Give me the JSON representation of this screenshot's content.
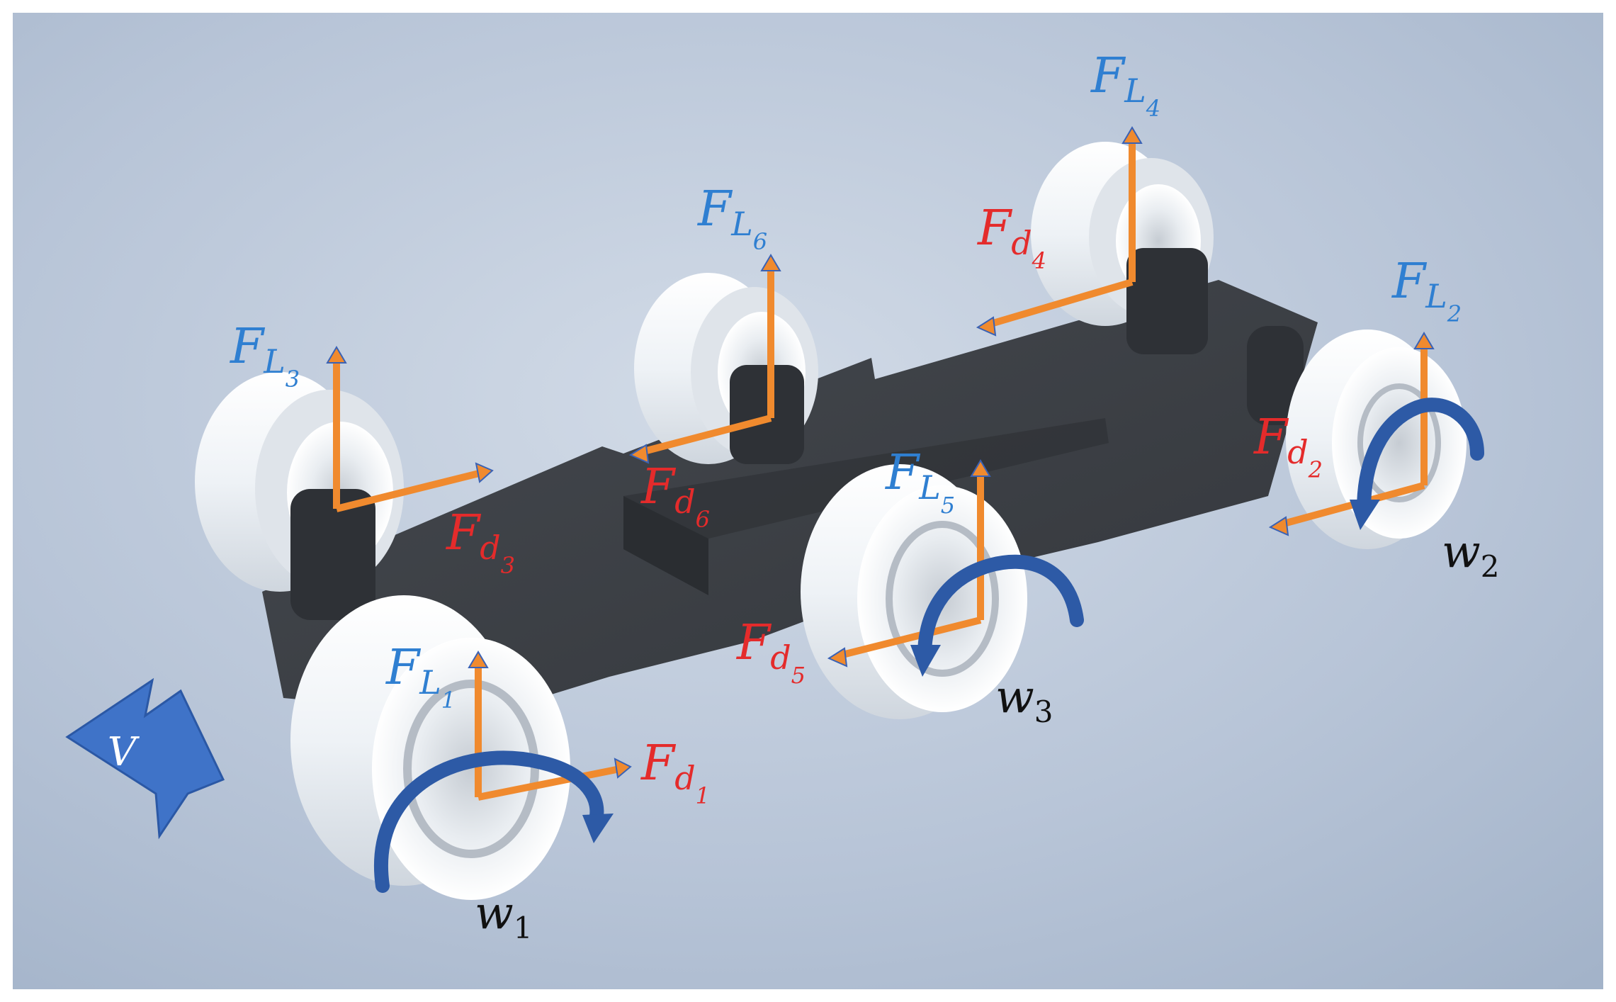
{
  "colors": {
    "lift": "#2f7fd1",
    "drag": "#e42b2b",
    "arrow": "#f08a2e",
    "rotation": "#2d5aa6",
    "velocity": "#3f73c8",
    "chassis": "#3d4045",
    "background": "#b9c6d8"
  },
  "velocity": {
    "label": "V"
  },
  "forces": [
    {
      "id": "FL1",
      "base": "F",
      "sub": "L",
      "index": "1",
      "kind": "lift"
    },
    {
      "id": "FL2",
      "base": "F",
      "sub": "L",
      "index": "2",
      "kind": "lift"
    },
    {
      "id": "FL3",
      "base": "F",
      "sub": "L",
      "index": "3",
      "kind": "lift"
    },
    {
      "id": "FL4",
      "base": "F",
      "sub": "L",
      "index": "4",
      "kind": "lift"
    },
    {
      "id": "FL5",
      "base": "F",
      "sub": "L",
      "index": "5",
      "kind": "lift"
    },
    {
      "id": "FL6",
      "base": "F",
      "sub": "L",
      "index": "6",
      "kind": "lift"
    },
    {
      "id": "Fd1",
      "base": "F",
      "sub": "d",
      "index": "1",
      "kind": "drag"
    },
    {
      "id": "Fd2",
      "base": "F",
      "sub": "d",
      "index": "2",
      "kind": "drag"
    },
    {
      "id": "Fd3",
      "base": "F",
      "sub": "d",
      "index": "3",
      "kind": "drag"
    },
    {
      "id": "Fd4",
      "base": "F",
      "sub": "d",
      "index": "4",
      "kind": "drag"
    },
    {
      "id": "Fd5",
      "base": "F",
      "sub": "d",
      "index": "5",
      "kind": "drag"
    },
    {
      "id": "Fd6",
      "base": "F",
      "sub": "d",
      "index": "6",
      "kind": "drag"
    }
  ],
  "rotations": [
    {
      "id": "w1",
      "base": "w",
      "index": "1"
    },
    {
      "id": "w2",
      "base": "w",
      "index": "2"
    },
    {
      "id": "w3",
      "base": "w",
      "index": "3"
    }
  ]
}
